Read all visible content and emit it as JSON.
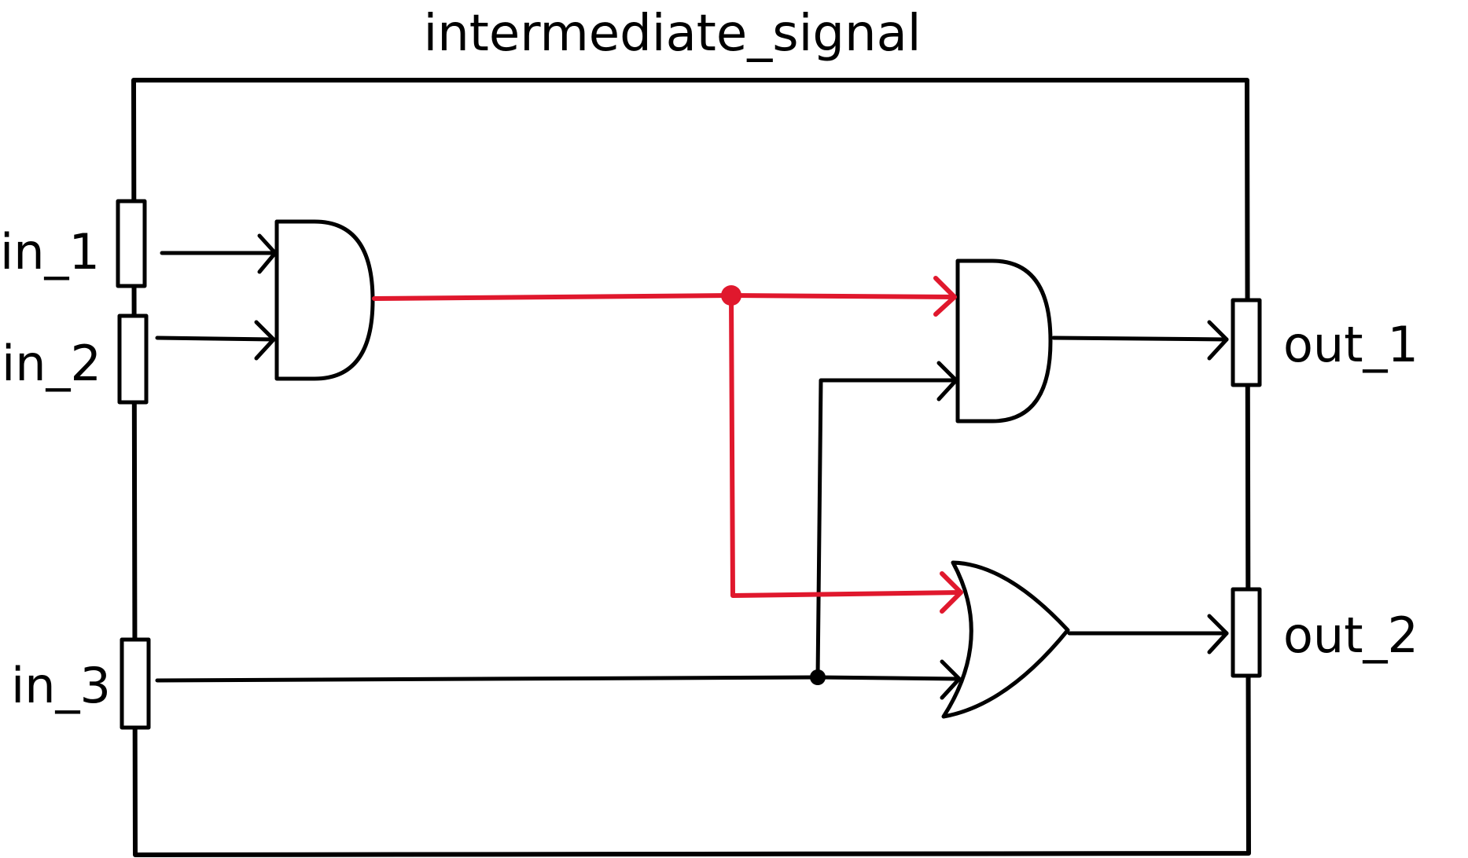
{
  "title": "intermediate_signal",
  "inputs": [
    {
      "label": "in_1"
    },
    {
      "label": "in_2"
    },
    {
      "label": "in_3"
    }
  ],
  "outputs": [
    {
      "label": "out_1"
    },
    {
      "label": "out_2"
    }
  ],
  "colors": {
    "default_wire": "#000000",
    "intermediate_signal": "#e0182d"
  },
  "gates": [
    {
      "type": "and",
      "inputs": [
        "in_1",
        "in_2"
      ],
      "output": "intermediate_signal"
    },
    {
      "type": "and",
      "inputs": [
        "intermediate_signal",
        "in_3"
      ],
      "output": "out_1"
    },
    {
      "type": "or",
      "inputs": [
        "intermediate_signal",
        "in_3"
      ],
      "output": "out_2"
    }
  ]
}
